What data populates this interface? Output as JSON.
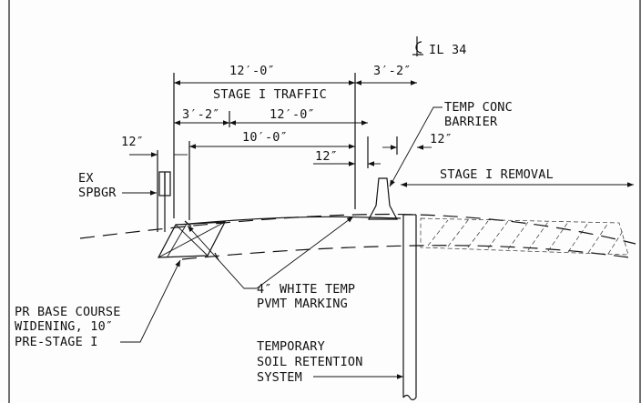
{
  "labels": {
    "centerline": "IL 34",
    "dim_12_0_top": "12′-0″",
    "dim_3_2_top": "3′-2″",
    "stage_traffic": "STAGE I TRAFFIC",
    "dim_3_2_mid": "3′-2″",
    "dim_12_0_mid": "12′-0″",
    "dim_12_left": "12″",
    "dim_10_0": "10′-0″",
    "dim_12_center": "12″",
    "dim_12_right": "12″",
    "temp_conc_line1": "TEMP CONC",
    "temp_conc_line2": "BARRIER",
    "stage_removal": "STAGE I REMOVAL",
    "ex_spbgr_line1": "EX",
    "ex_spbgr_line2": "SPBGR",
    "white_temp_line1": "4″ WHITE TEMP",
    "white_temp_line2": "PVMT MARKING",
    "pr_base_line1": "PR BASE COURSE",
    "pr_base_line2": "WIDENING, 10″",
    "pr_base_line3": "PRE-STAGE I",
    "temp_soil_line1": "TEMPORARY",
    "temp_soil_line2": "SOIL RETENTION",
    "temp_soil_line3": "SYSTEM"
  },
  "icons": {
    "centerline_symbol": "centerline-symbol"
  }
}
